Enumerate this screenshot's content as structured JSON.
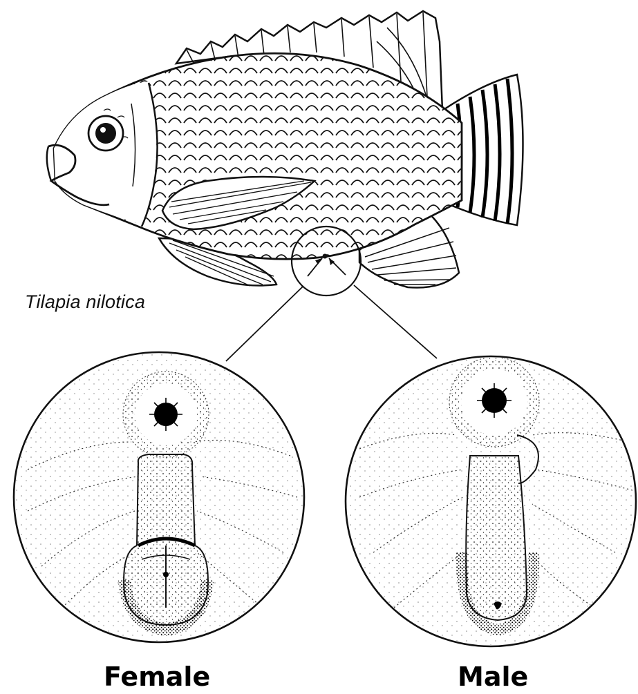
{
  "figure": {
    "species_name": "Tilapia nilotica",
    "panels": [
      {
        "id": "female",
        "label": "Female"
      },
      {
        "id": "male",
        "label": "Male"
      }
    ]
  },
  "icons": {
    "fish": "tilapia-fish-illustration",
    "magnifier": "genital-papilla-zoom-circle"
  }
}
